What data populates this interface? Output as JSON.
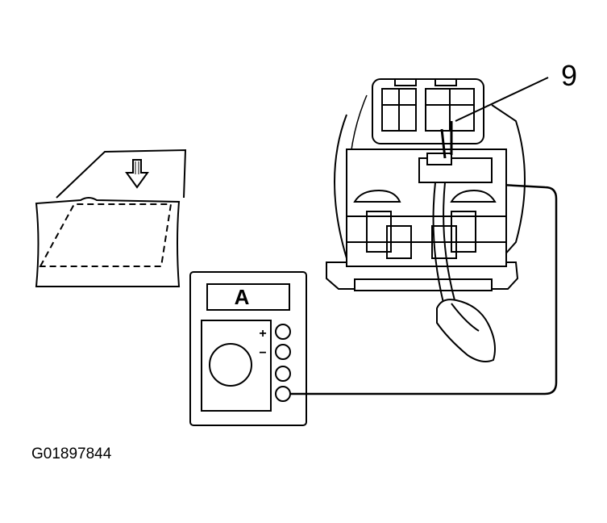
{
  "diagram": {
    "callout_number": "9",
    "meter_mode": "A",
    "meter_plus": "+",
    "meter_minus": "−",
    "figure_id": "G01897844"
  },
  "icons": {
    "door_glass": "door-window-icon",
    "arrow": "down-arrow-icon",
    "meter": "multimeter-icon",
    "unit": "overhead-switch-unit-icon",
    "hand": "hand-icon"
  }
}
